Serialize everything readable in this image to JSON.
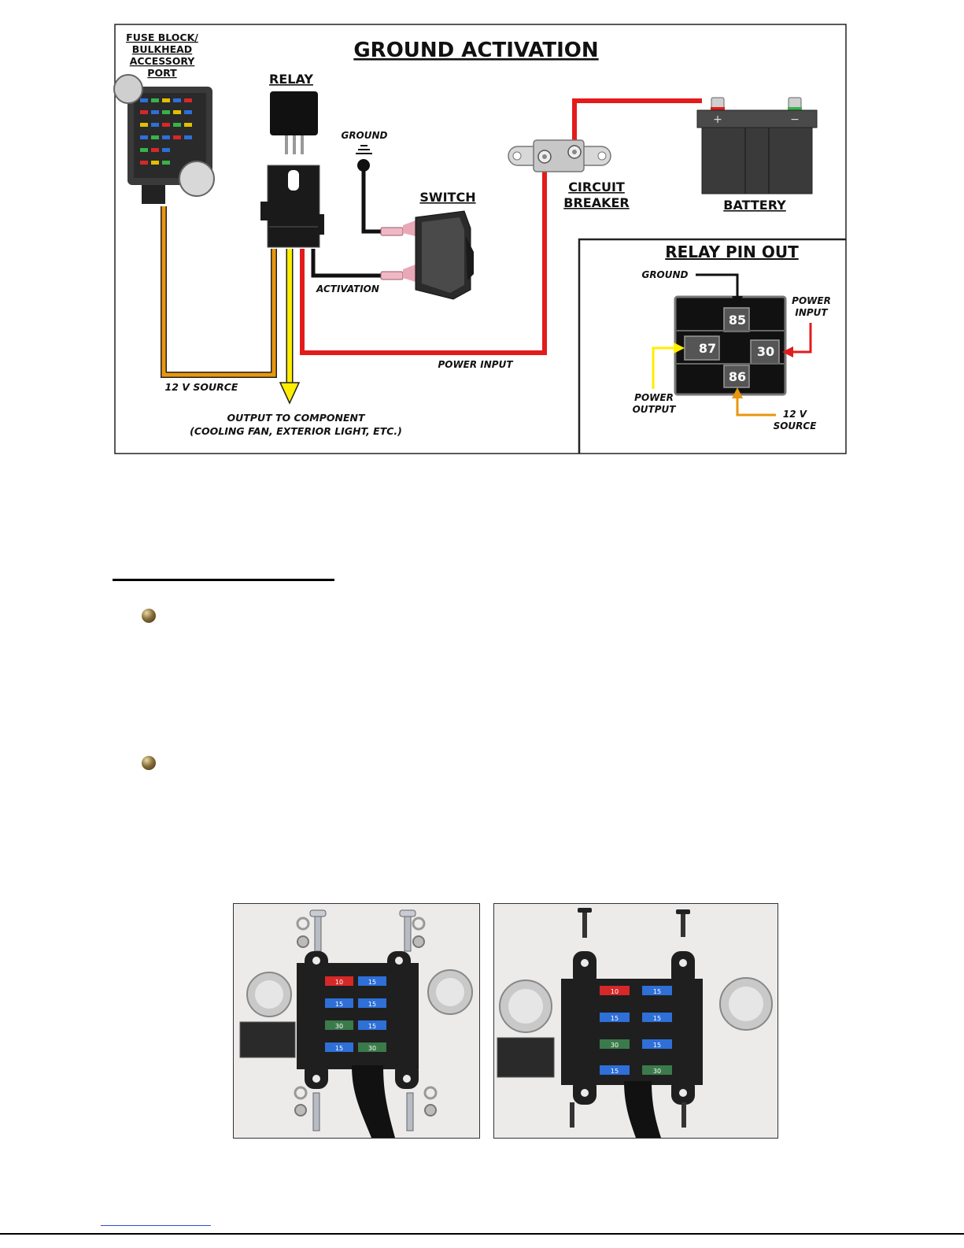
{
  "diagram": {
    "title": "GROUND ACTIVATION",
    "fuse_block_label": [
      "FUSE BLOCK/",
      "BULKHEAD",
      "ACCESSORY",
      "PORT"
    ],
    "relay_label": "RELAY",
    "ground_label": "GROUND",
    "switch_label": "SWITCH",
    "activation_label": "ACTIVATION",
    "circuit_breaker_label": [
      "CIRCUIT",
      "BREAKER"
    ],
    "battery_label": "BATTERY",
    "power_input_label": "POWER INPUT",
    "source_label": "12 V SOURCE",
    "output_label": [
      "OUTPUT TO COMPONENT",
      "(COOLING FAN, EXTERIOR LIGHT, ETC.)"
    ],
    "battery_plus": "+",
    "battery_minus": "−"
  },
  "pinout": {
    "title": "RELAY PIN OUT",
    "ground": "GROUND",
    "power_input": [
      "POWER",
      "INPUT"
    ],
    "power_output": [
      "POWER",
      "OUTPUT"
    ],
    "source": [
      "12 V",
      "SOURCE"
    ],
    "pins": [
      "85",
      "87",
      "30",
      "86"
    ]
  },
  "photos": {
    "fuse_values_left": [
      "10",
      "15",
      "15",
      "15",
      "30",
      "15",
      "15",
      "30"
    ],
    "fuse_values_right": [
      "10",
      "15",
      "15",
      "15",
      "30",
      "15",
      "15",
      "30"
    ]
  },
  "colors": {
    "orange_wire": "#e8960f",
    "yellow_wire": "#ffee00",
    "red_wire": "#e31b1b",
    "black_wire": "#111111"
  }
}
